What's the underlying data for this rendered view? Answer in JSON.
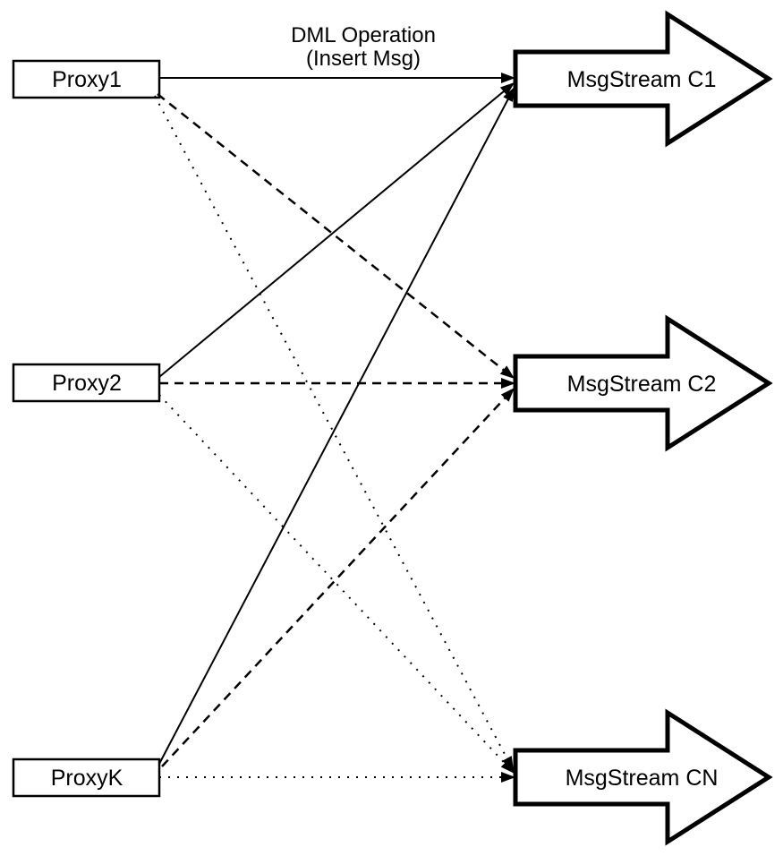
{
  "diagram": {
    "background_color": "#ffffff",
    "stroke_color": "#000000",
    "fill_color": "#ffffff",
    "title": {
      "line1": "DML Operation",
      "line2": "(Insert Msg)"
    },
    "proxies": [
      {
        "id": "proxy1",
        "label": "Proxy1"
      },
      {
        "id": "proxy2",
        "label": "Proxy2"
      },
      {
        "id": "proxyk",
        "label": "ProxyK"
      }
    ],
    "streams": [
      {
        "id": "c1",
        "label": "MsgStream C1",
        "incoming_line_style": "solid"
      },
      {
        "id": "c2",
        "label": "MsgStream C2",
        "incoming_line_style": "dashed"
      },
      {
        "id": "cn",
        "label": "MsgStream CN",
        "incoming_line_style": "dotted"
      }
    ],
    "edges": [
      {
        "from": "proxy1",
        "to": "c1",
        "style": "solid"
      },
      {
        "from": "proxy1",
        "to": "c2",
        "style": "dashed"
      },
      {
        "from": "proxy1",
        "to": "cn",
        "style": "dotted"
      },
      {
        "from": "proxy2",
        "to": "c1",
        "style": "solid"
      },
      {
        "from": "proxy2",
        "to": "c2",
        "style": "dashed"
      },
      {
        "from": "proxy2",
        "to": "cn",
        "style": "dotted"
      },
      {
        "from": "proxyk",
        "to": "c1",
        "style": "solid"
      },
      {
        "from": "proxyk",
        "to": "c2",
        "style": "dashed"
      },
      {
        "from": "proxyk",
        "to": "cn",
        "style": "dotted"
      }
    ]
  }
}
